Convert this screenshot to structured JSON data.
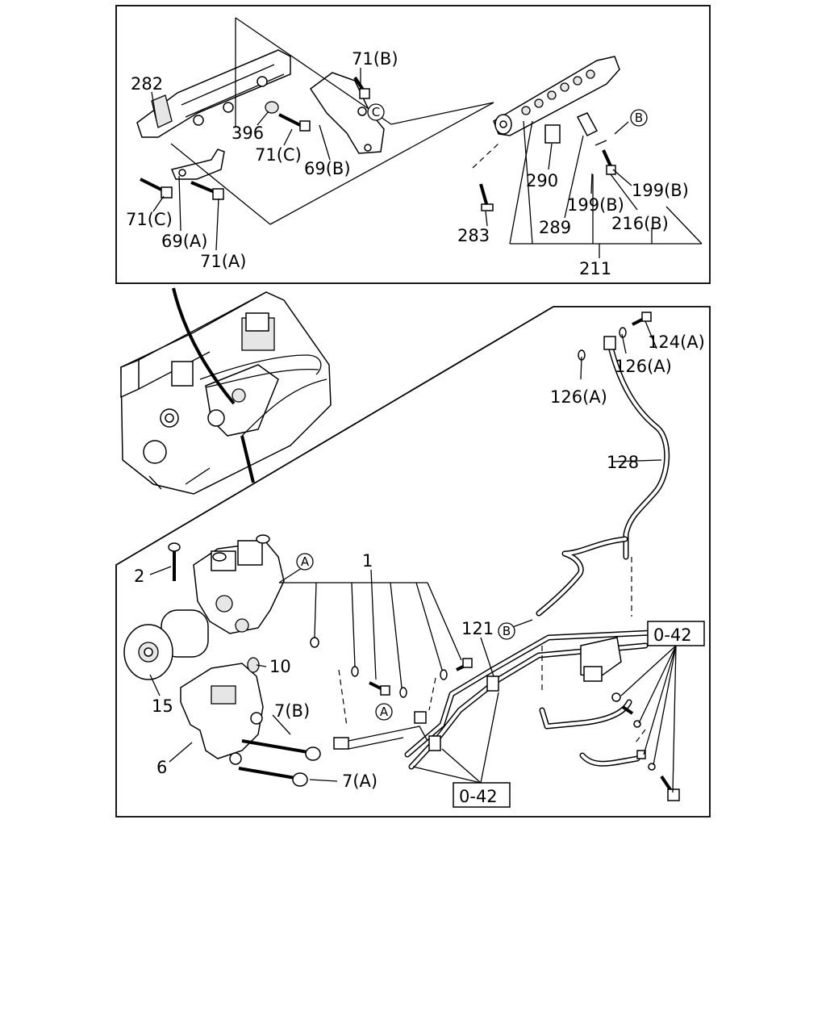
{
  "top_panel": {
    "labels": {
      "p282": "282",
      "p71b": "71(B)",
      "p396": "396",
      "p71c_top": "71(C)",
      "p69b": "69(B)",
      "p71c_left": "71(C)",
      "p69a": "69(A)",
      "p71a": "71(A)",
      "p290": "290",
      "p199b_left": "199(B)",
      "p199b_right": "199(B)",
      "p216b": "216(B)",
      "p289": "289",
      "p283": "283",
      "p211": "211"
    },
    "callouts": {
      "c": "C",
      "b": "B"
    }
  },
  "bottom_panel": {
    "labels": {
      "p124a": "124(A)",
      "p126a_right": "126(A)",
      "p126a_left": "126(A)",
      "p128": "128",
      "p1": "1",
      "p2": "2",
      "p121": "121",
      "p10": "10",
      "p15": "15",
      "p7b": "7(B)",
      "p6": "6",
      "p7a": "7(A)"
    },
    "refboxes": {
      "r1": "0-42",
      "r2": "0-42"
    },
    "callouts": {
      "a1": "A",
      "a2": "A",
      "b": "B"
    }
  },
  "icons": [
    "engine-illustration",
    "injection-pump-illustration",
    "common-rail-illustration",
    "bracket-illustration",
    "fuel-pipe-illustration"
  ]
}
